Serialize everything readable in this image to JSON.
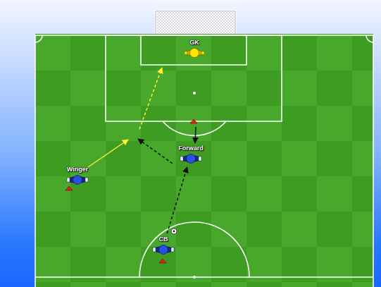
{
  "diagram": {
    "nodes": [
      {
        "text": [
          "GK"
        ]
      },
      {
        "text": [
          "Forward"
        ]
      },
      {
        "text": [
          "Winger"
        ]
      },
      {
        "text": [
          "CB"
        ]
      }
    ],
    "edges": [
      {
        "from": 3,
        "to": 1,
        "arrow": "to"
      }
    ]
  }
}
